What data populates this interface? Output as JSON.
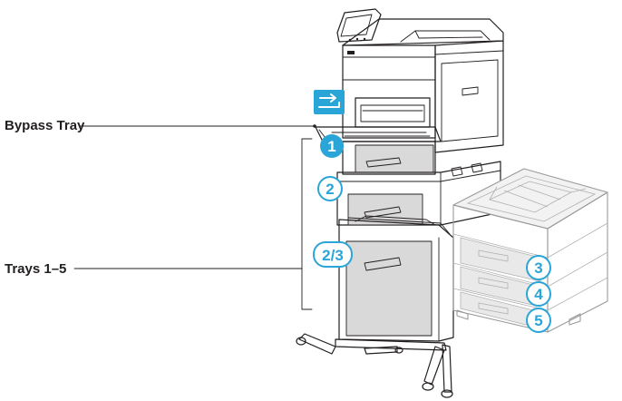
{
  "callouts": {
    "bypass_tray": "Bypass Tray",
    "trays_1_5": "Trays 1–5"
  },
  "badges": {
    "tray1": "1",
    "tray2": "2",
    "tray23": "2/3",
    "tray3": "3",
    "tray4": "4",
    "tray5": "5"
  },
  "icons": {
    "bypass": "bypass-tray-icon"
  },
  "colors": {
    "accent": "#2aa5d8",
    "line": "#231f20",
    "tray": "#d9d9d9",
    "optional_unit": "#9a9a9a"
  }
}
